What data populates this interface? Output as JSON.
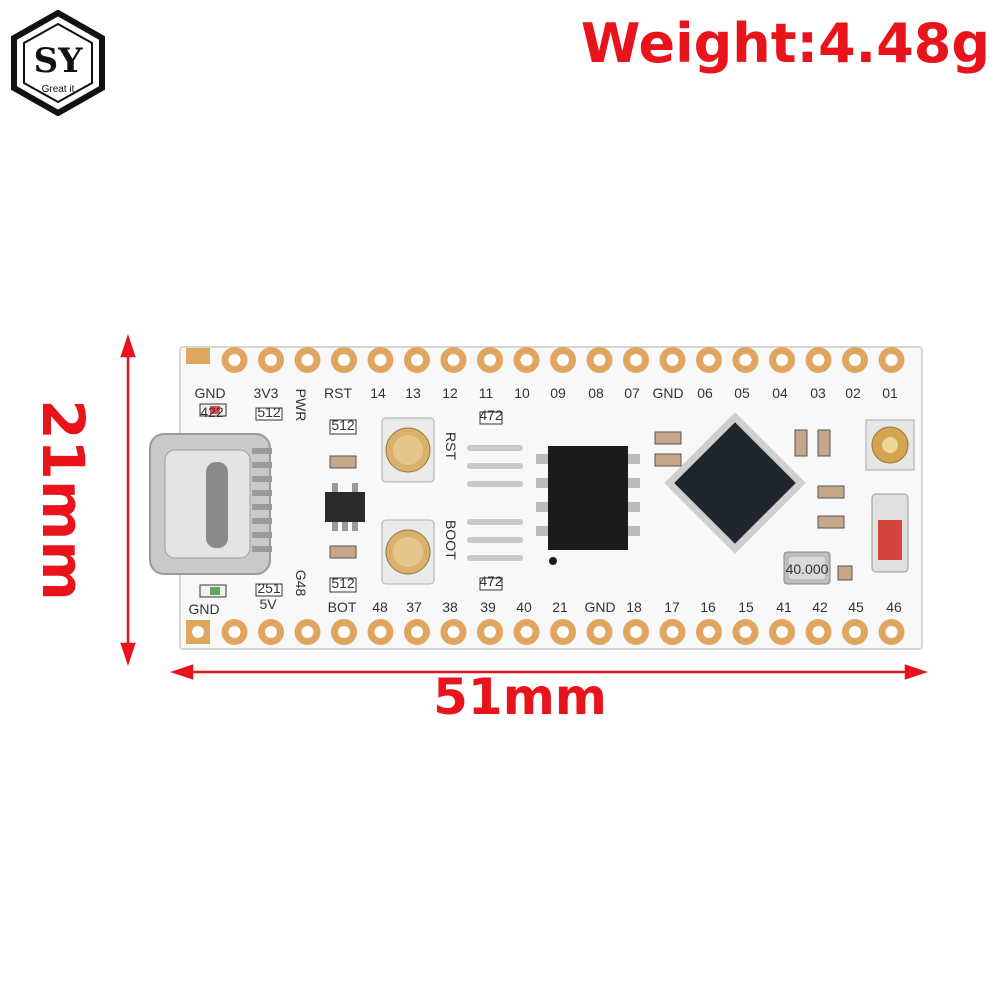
{
  "brand": {
    "monogram": "SY",
    "tagline": "Great it"
  },
  "weight_label": "Weight:4.48g",
  "dimensions": {
    "height_label": "21mm",
    "width_label": "51mm"
  },
  "board": {
    "top_pin_labels": [
      "GND",
      "3V3",
      "PWR",
      "RST",
      "14",
      "13",
      "12",
      "11",
      "10",
      "09",
      "08",
      "07",
      "GND",
      "06",
      "05",
      "04",
      "03",
      "02",
      "01"
    ],
    "bottom_pin_labels": [
      "GND",
      "5V",
      "G48",
      "BOT",
      "48",
      "37",
      "38",
      "39",
      "40",
      "21",
      "GND",
      "18",
      "17",
      "16",
      "15",
      "41",
      "42",
      "45",
      "46"
    ],
    "button_labels": [
      "RST",
      "BOOT"
    ],
    "resistor_codes": [
      "512",
      "512",
      "512",
      "251",
      "472",
      "472",
      "422"
    ],
    "crystal_marking": "40.000"
  },
  "colors": {
    "accent_red": "#e8131b",
    "pad_gold": "#e0a65f",
    "board_white": "#f8f8f8",
    "chip_black": "#1a1a1a"
  }
}
